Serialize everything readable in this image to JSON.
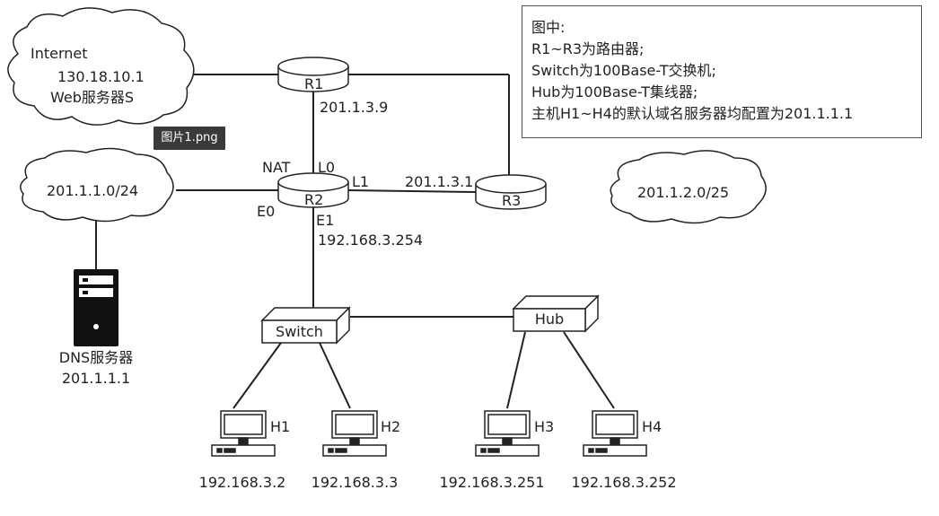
{
  "tag": "图片1.png",
  "legend": {
    "title": "图中:",
    "lines": [
      "R1~R3为路由器;",
      "Switch为100Base-T交换机;",
      "Hub为100Base-T集线器;",
      "主机H1~H4的默认域名服务器均配置为201.1.1.1"
    ]
  },
  "clouds": {
    "internet": {
      "name": "Internet",
      "ip": "130.18.10.1",
      "server": "Web服务器S"
    },
    "net1": {
      "label": "201.1.1.0/24"
    },
    "net2": {
      "label": "201.1.2.0/25"
    }
  },
  "routers": {
    "r1": "R1",
    "r2": "R2",
    "r3": "R3"
  },
  "ports": {
    "r1_l0": "201.1.3.9",
    "nat": "NAT",
    "l0": "L0",
    "l1": "L1",
    "r3_ip": "201.1.3.1",
    "e0": "E0",
    "e1": "E1",
    "e1_ip": "192.168.3.254"
  },
  "devices": {
    "switch": "Switch",
    "hub": "Hub"
  },
  "dns": {
    "name": "DNS服务器",
    "ip": "201.1.1.1"
  },
  "hosts": [
    {
      "name": "H1",
      "ip": "192.168.3.2"
    },
    {
      "name": "H2",
      "ip": "192.168.3.3"
    },
    {
      "name": "H3",
      "ip": "192.168.3.251"
    },
    {
      "name": "H4",
      "ip": "192.168.3.252"
    }
  ]
}
